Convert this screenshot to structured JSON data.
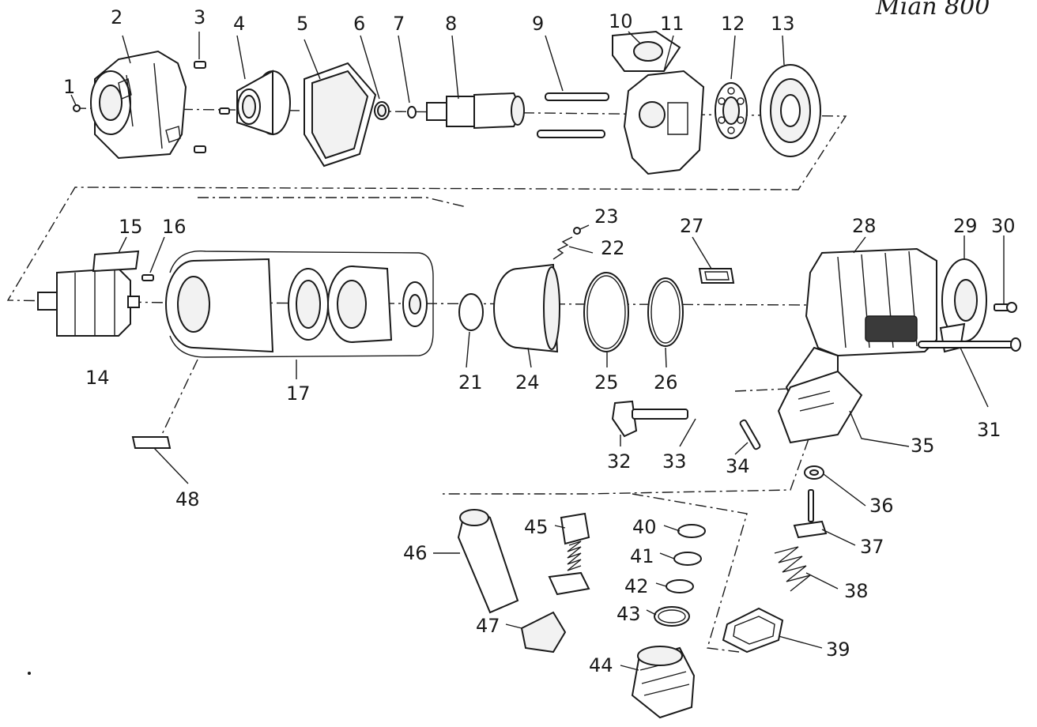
{
  "corner_note": "Mian 800",
  "part_numbers": [
    "1",
    "2",
    "3",
    "4",
    "5",
    "6",
    "7",
    "8",
    "9",
    "10",
    "11",
    "12",
    "13",
    "14",
    "15",
    "16",
    "17",
    "21",
    "22",
    "23",
    "24",
    "25",
    "26",
    "27",
    "28",
    "29",
    "30",
    "31",
    "32",
    "33",
    "34",
    "35",
    "36",
    "37",
    "38",
    "39",
    "40",
    "41",
    "42",
    "43",
    "44",
    "45",
    "46",
    "47",
    "48"
  ],
  "colors": {
    "ink": "#1a1a1a",
    "paper": "#ffffff"
  }
}
